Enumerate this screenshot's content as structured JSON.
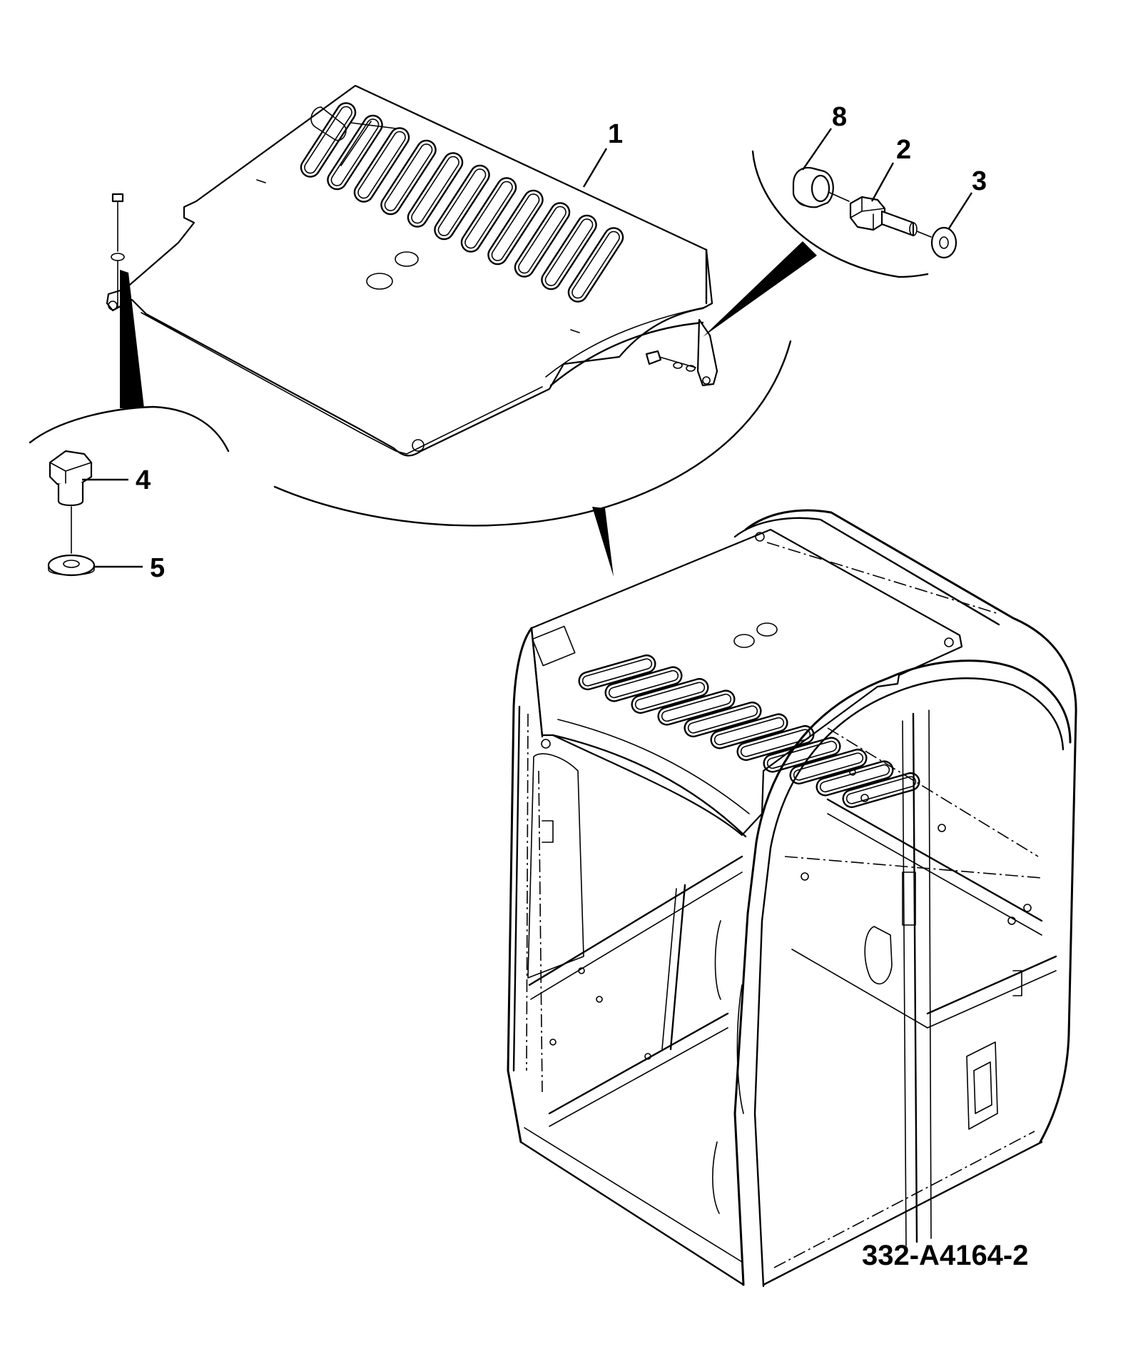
{
  "callouts": [
    {
      "id": "1",
      "label": "1"
    },
    {
      "id": "2",
      "label": "2"
    },
    {
      "id": "3",
      "label": "3"
    },
    {
      "id": "4",
      "label": "4"
    },
    {
      "id": "5",
      "label": "5"
    },
    {
      "id": "8",
      "label": "8"
    }
  ],
  "drawing_number": "332-A4164-2",
  "colors": {
    "ink": "#000000",
    "background": "#ffffff"
  }
}
